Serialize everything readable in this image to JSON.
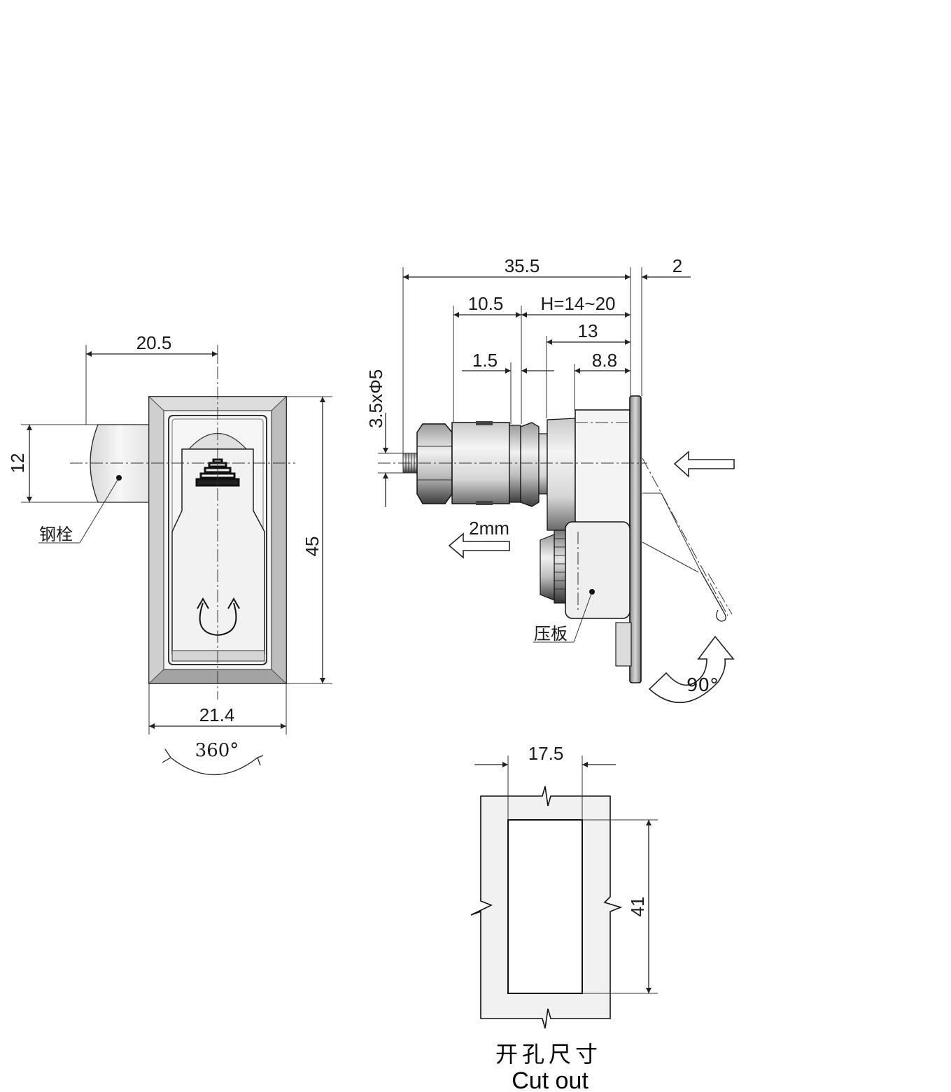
{
  "front_view": {
    "dim_width_top": "20.5",
    "dim_bolt_height": "12",
    "dim_height": "45",
    "dim_width_bottom": "21.4",
    "rotation_label": "360°",
    "callout_bolt": "钢栓"
  },
  "side_view": {
    "dim_overall": "35.5",
    "dim_plate": "2",
    "dim_nut": "10.5",
    "dim_grip_range": "H=14~20",
    "dim_13": "13",
    "dim_washer": "1.5",
    "dim_8_8": "8.8",
    "dim_thread": "3.5xΦ5",
    "travel_label": "2mm",
    "handle_angle": "90°",
    "callout_plate": "压板"
  },
  "cutout_view": {
    "dim_width": "17.5",
    "dim_height": "41",
    "title_cn": "开孔尺寸",
    "title_en": "Cut out"
  },
  "colors": {
    "line": "#222222",
    "metal_light": "#f2f2f2",
    "metal_dark": "#6e6e6e"
  }
}
